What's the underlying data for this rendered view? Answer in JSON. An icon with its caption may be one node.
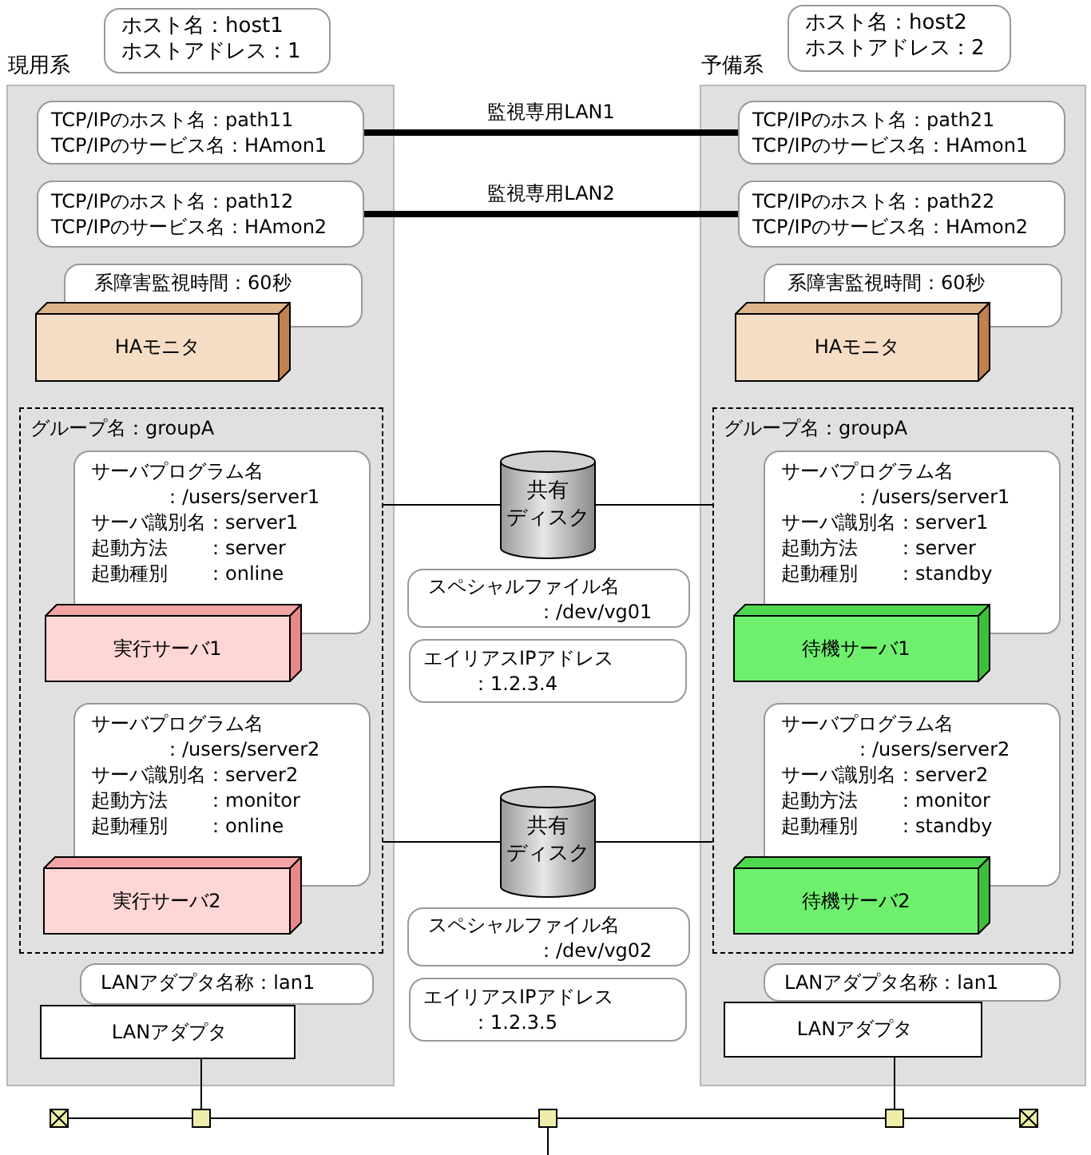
{
  "diagram": {
    "nodes": [
      {
        "text": [
          "ホスト名：host1",
          "ホストアドレス：1"
        ]
      },
      {
        "text": [
          "現用系"
        ]
      },
      {
        "text": [
          "TCP/IPのホスト名：path11",
          "TCP/IPのサービス名：HAmon1"
        ],
        "in": 1
      },
      {
        "text": [
          "TCP/IPのホスト名：path12",
          "TCP/IPのサービス名：HAmon2"
        ],
        "in": 1
      },
      {
        "text": [
          "系障害監視時間：60秒"
        ],
        "in": 1
      },
      {
        "text": [
          "HAモニタ"
        ],
        "in": 1
      },
      {
        "text": [
          "グループ名：groupA"
        ],
        "in": 1
      },
      {
        "text": [
          "サーバプログラム名",
          "：/users/server1",
          "サーバ識別名：server1",
          "起動方法　　：server",
          "起動種別　　：online"
        ],
        "in": 6
      },
      {
        "text": [
          "実行サーバ1"
        ],
        "in": 6
      },
      {
        "text": [
          "サーバプログラム名",
          "：/users/server2",
          "サーバ識別名：server2",
          "起動方法　　：monitor",
          "起動種別　　：online"
        ],
        "in": 6
      },
      {
        "text": [
          "実行サーバ2"
        ],
        "in": 6
      },
      {
        "text": [
          "LANアダプタ名称：lan1"
        ],
        "in": 1
      },
      {
        "text": [
          "LANアダプタ"
        ],
        "in": 1
      },
      {
        "text": [
          "ホスト名：host2",
          "ホストアドレス：2"
        ]
      },
      {
        "text": [
          "予備系"
        ]
      },
      {
        "text": [
          "TCP/IPのホスト名：path21",
          "TCP/IPのサービス名：HAmon1"
        ],
        "in": 14
      },
      {
        "text": [
          "TCP/IPのホスト名：path22",
          "TCP/IPのサービス名：HAmon2"
        ],
        "in": 14
      },
      {
        "text": [
          "系障害監視時間：60秒"
        ],
        "in": 14
      },
      {
        "text": [
          "HAモニタ"
        ],
        "in": 14
      },
      {
        "text": [
          "グループ名：groupA"
        ],
        "in": 14
      },
      {
        "text": [
          "サーバプログラム名",
          "：/users/server1",
          "サーバ識別名：server1",
          "起動方法　　：server",
          "起動種別　　：standby"
        ],
        "in": 19
      },
      {
        "text": [
          "待機サーバ1"
        ],
        "in": 19
      },
      {
        "text": [
          "サーバプログラム名",
          "：/users/server2",
          "サーバ識別名：server2",
          "起動方法　　：monitor",
          "起動種別　　：standby"
        ],
        "in": 19
      },
      {
        "text": [
          "待機サーバ2"
        ],
        "in": 19
      },
      {
        "text": [
          "LANアダプタ名称：lan1"
        ],
        "in": 14
      },
      {
        "text": [
          "LANアダプタ"
        ],
        "in": 14
      },
      {
        "text": [
          "共有ディスク"
        ]
      },
      {
        "text": [
          "スペシャルファイル名",
          "：/dev/vg01"
        ]
      },
      {
        "text": [
          "エイリアスIPアドレス",
          "：1.2.3.4"
        ]
      },
      {
        "text": [
          "共有ディスク"
        ]
      },
      {
        "text": [
          "スペシャルファイル名",
          "：/dev/vg02"
        ]
      },
      {
        "text": [
          "エイリアスIPアドレス",
          "：1.2.3.5"
        ]
      },
      {
        "text": [],
        "shape": "box"
      },
      {
        "text": [],
        "shape": "box"
      },
      {
        "text": [],
        "shape": "box"
      },
      {
        "text": [],
        "shape": "box"
      },
      {
        "text": [],
        "shape": "box"
      }
    ],
    "edges": [
      {
        "from": 2,
        "to": 15,
        "arrow": "none",
        "label": "監視専用LAN1",
        "style": "thick"
      },
      {
        "from": 3,
        "to": 16,
        "arrow": "none",
        "label": "監視専用LAN2",
        "style": "thick"
      },
      {
        "from": 6,
        "to": 26,
        "arrow": "none"
      },
      {
        "from": 26,
        "to": 19,
        "arrow": "none"
      },
      {
        "from": 6,
        "to": 29,
        "arrow": "none"
      },
      {
        "from": 29,
        "to": 19,
        "arrow": "none"
      },
      {
        "from": 12,
        "to": 33,
        "arrow": "none"
      },
      {
        "from": 25,
        "to": 35,
        "arrow": "none"
      },
      {
        "from": 32,
        "to": 33,
        "arrow": "none"
      },
      {
        "from": 33,
        "to": 34,
        "arrow": "none"
      },
      {
        "from": 34,
        "to": 35,
        "arrow": "none"
      },
      {
        "from": 35,
        "to": 36,
        "arrow": "none"
      },
      {
        "from": 34,
        "to": null,
        "arrow": "none"
      }
    ]
  }
}
